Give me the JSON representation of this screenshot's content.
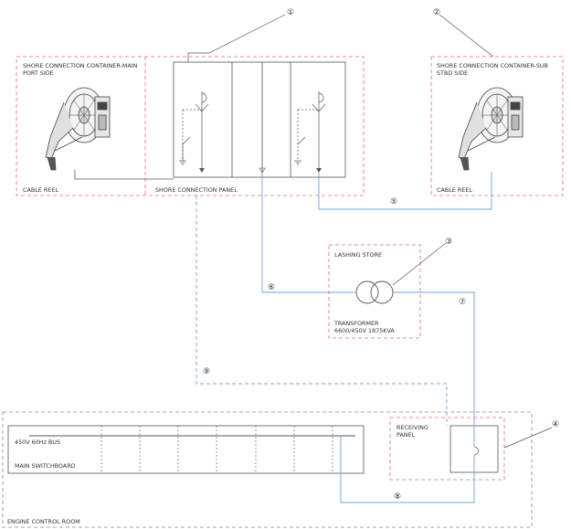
{
  "labels": {
    "main_container": [
      "SHORE CONNECTION CONTAINER-MAIN",
      "PORT SIDE"
    ],
    "main_cable_reel": "CABLE REEL",
    "shore_panel": "SHORE CONNECTION PANEL",
    "sub_container": [
      "SHORE CONNECTION CONTAINER-SUB",
      "STBD SIDE"
    ],
    "sub_cable_reel": "CABLE REEL",
    "lashing_store": "LASHING STORE",
    "transformer": [
      "TRANSFORMER",
      "6600/450V 1875KVA"
    ],
    "receiving_panel": [
      "RECEIVING",
      "PANEL"
    ],
    "bus": "450V 60Hz BUS",
    "switchboard": "MAIN SWITCHBOARD",
    "engine_room": "ENGINE CONTROL ROOM"
  },
  "callouts": [
    "①",
    "②",
    "③",
    "④",
    "⑤",
    "⑥",
    "⑦",
    "⑧",
    "⑨"
  ],
  "colors": {
    "dashed_red": "#e46c6c",
    "dashed_gray": "#8a8a8a",
    "cable_blue": "#6fa3dc",
    "line_dark": "#555555"
  },
  "icons": [
    "cable-reel-icon",
    "transformer-symbol-icon",
    "breaker-icon"
  ]
}
